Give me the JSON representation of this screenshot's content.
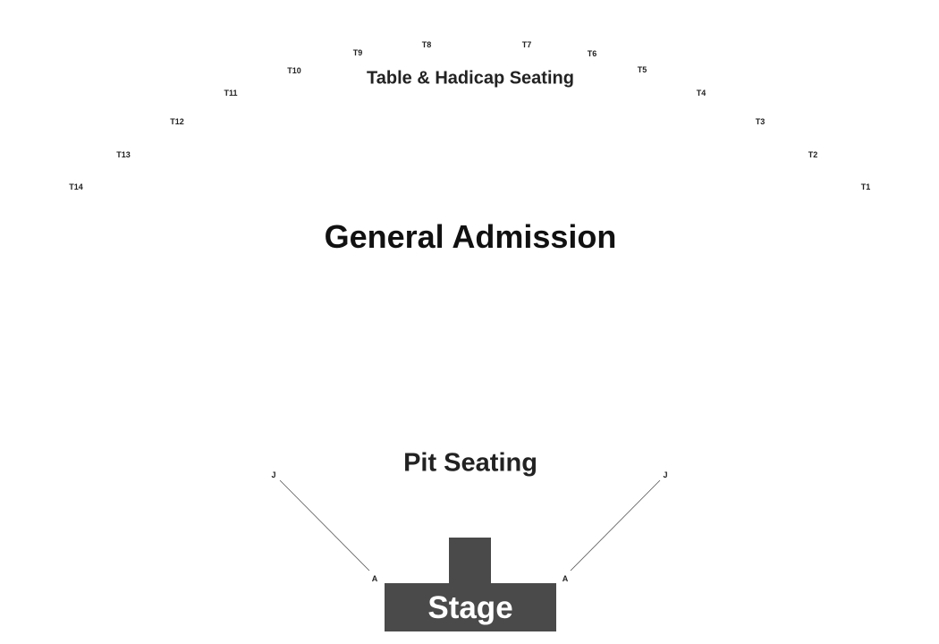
{
  "sections": {
    "table_seating": "Table & Hadicap Seating",
    "general_admission": "General Admission",
    "pit_seating": "Pit Seating",
    "stage": "Stage"
  },
  "tables": [
    "T1",
    "T2",
    "T3",
    "T4",
    "T5",
    "T6",
    "T7",
    "T8",
    "T9",
    "T10",
    "T11",
    "T12",
    "T13",
    "T14"
  ],
  "pit_rows": {
    "left_front": "A",
    "left_back": "J",
    "right_front": "A",
    "right_back": "J"
  },
  "colors": {
    "stage": "#4a4a4a",
    "text": "#222222",
    "row_line": "#555555"
  }
}
